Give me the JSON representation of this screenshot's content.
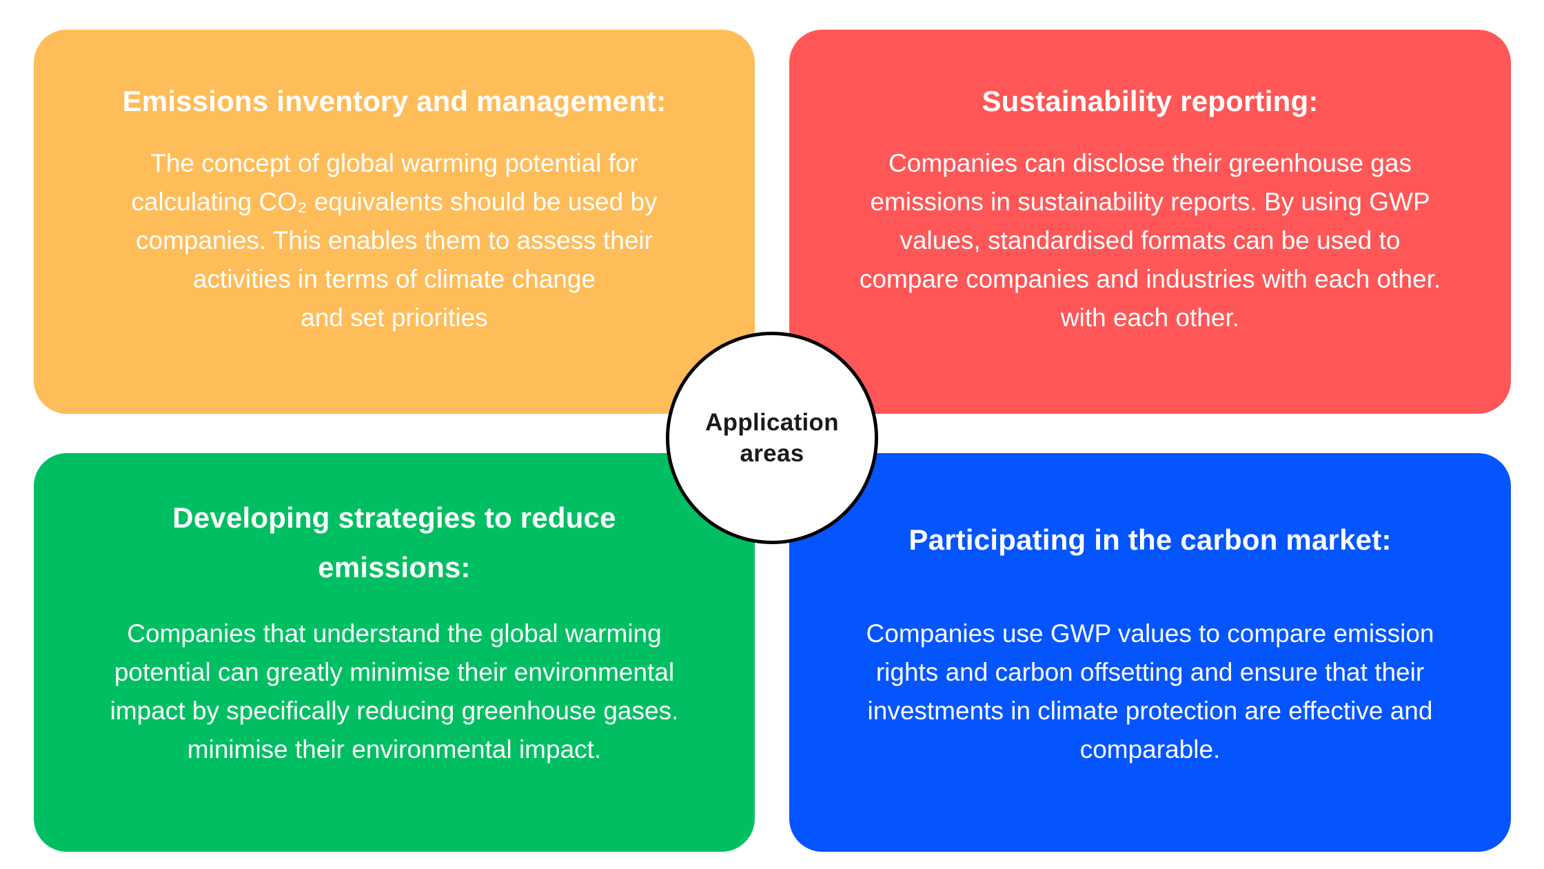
{
  "page": {
    "background": "#FFFFFF"
  },
  "center_badge": {
    "fill": "#FFFFFF",
    "border_color": "#000000",
    "text_color": "#1A1A1A",
    "label_lines": [
      "Application",
      "areas"
    ]
  },
  "boxes": [
    {
      "id": "emissions-inventory-and-management",
      "color": "#FFBD59",
      "text_color": "#FFFFFF",
      "title_lines": [
        "Emissions inventory and management:"
      ],
      "body_lines": [
        "The concept of global warming potential for",
        "calculating CO₂ equivalents should be used by",
        "companies. This enables them to assess their",
        "activities in terms of climate change",
        "and set priorities"
      ]
    },
    {
      "id": "sustainability-reporting",
      "color": "#FF5757",
      "text_color": "#FFFFFF",
      "title_lines": [
        "Sustainability reporting:"
      ],
      "body_lines": [
        "Companies can disclose their greenhouse gas",
        "emissions in sustainability reports. By using GWP",
        "values, standardised formats can be used to",
        "compare companies and industries with each other.",
        "with each other."
      ]
    },
    {
      "id": "developing-strategies-to-reduce-emissions",
      "color": "#00BF63",
      "text_color": "#FFFFFF",
      "title_lines": [
        "Developing strategies to reduce",
        "emissions:"
      ],
      "body_lines": [
        "Companies that understand the global warming",
        "potential can greatly minimise their environmental",
        "impact by specifically reducing greenhouse gases.",
        "minimise their environmental impact."
      ]
    },
    {
      "id": "participating-in-the-carbon-market",
      "color": "#0455FE",
      "text_color": "#FFFFFF",
      "title_lines": [
        "Participating in the carbon market:"
      ],
      "body_lines": [
        "Companies use GWP values to compare emission",
        "rights and carbon offsetting and ensure that their",
        "investments in climate protection are effective and",
        "comparable."
      ]
    }
  ]
}
